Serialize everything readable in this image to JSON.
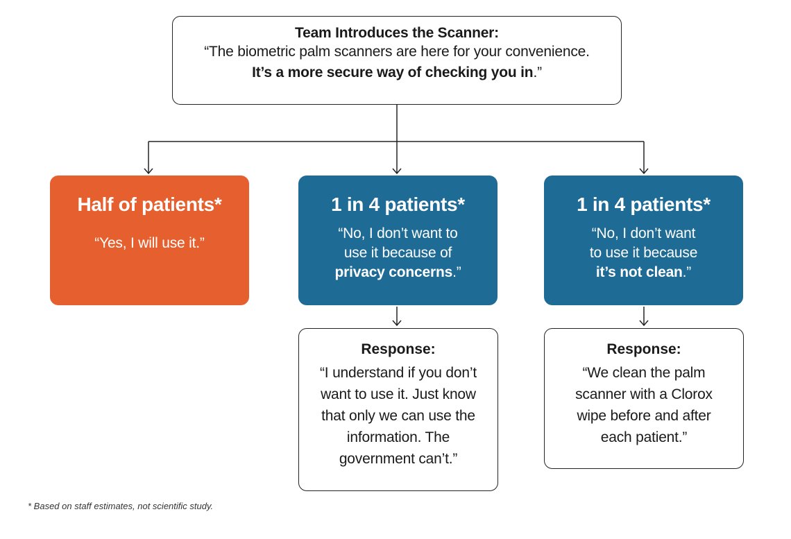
{
  "colors": {
    "orange": "#E5602E",
    "blue": "#1E6B96",
    "line": "#222222"
  },
  "top": {
    "title": "Team Introduces the Scanner:",
    "line1": "“The biometric palm scanners are here for your convenience.",
    "line2_bold": "It’s a more secure way of checking you in",
    "line2_end": ".”"
  },
  "branches": [
    {
      "heading": "Half of patients*",
      "quote": "“Yes, I will use it.”"
    },
    {
      "heading": "1 in 4 patients*",
      "quote_line1": "“No, I don’t want to",
      "quote_line2": "use it because of",
      "quote_bold": "privacy concerns",
      "quote_end": ".”"
    },
    {
      "heading": "1 in 4 patients*",
      "quote_line1": "“No, I don’t want",
      "quote_line2": "to use it because",
      "quote_bold": "it’s not clean",
      "quote_end": ".”"
    }
  ],
  "responses": [
    {
      "heading": "Response:",
      "lines": [
        "“I understand if you don’t",
        "want to use it. Just know",
        "that only we can use the",
        "information. The",
        "government can’t.”"
      ]
    },
    {
      "heading": "Response:",
      "lines": [
        "“We clean the palm",
        "scanner with a Clorox",
        "wipe before and after",
        "each patient.”"
      ]
    }
  ],
  "footnote": "* Based on staff estimates, not scientific study."
}
